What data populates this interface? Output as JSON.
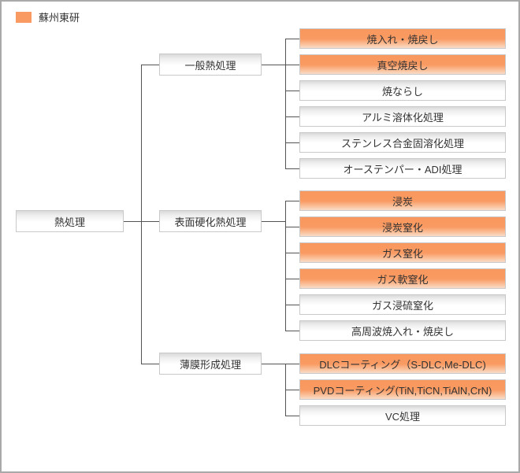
{
  "legend": {
    "label": "蘇州東研",
    "swatch_color": "#f99a62"
  },
  "colors": {
    "highlight_orange": "#f99a62",
    "highlight_fade": "#f7ddcb",
    "plain_gray_top": "#d9d9d9",
    "box_border": "#c9c9c9",
    "connector_line": "#545454",
    "text": "#333333",
    "outer_border": "#a9a9a9"
  },
  "tree": {
    "root": {
      "label": "熱処理"
    },
    "branches": [
      {
        "label": "一般熱処理",
        "leaves": [
          {
            "label": "焼入れ・焼戻し",
            "highlighted": true
          },
          {
            "label": "真空焼戻し",
            "highlighted": true
          },
          {
            "label": "焼ならし",
            "highlighted": false
          },
          {
            "label": "アルミ溶体化処理",
            "highlighted": false
          },
          {
            "label": "ステンレス合金固溶化処理",
            "highlighted": false
          },
          {
            "label": "オーステンパー・ADI処理",
            "highlighted": false
          }
        ]
      },
      {
        "label": "表面硬化熱処理",
        "leaves": [
          {
            "label": "浸炭",
            "highlighted": true
          },
          {
            "label": "浸炭窒化",
            "highlighted": true
          },
          {
            "label": "ガス窒化",
            "highlighted": true
          },
          {
            "label": "ガス軟窒化",
            "highlighted": true
          },
          {
            "label": "ガス浸硫窒化",
            "highlighted": false
          },
          {
            "label": "高周波焼入れ・焼戻し",
            "highlighted": false
          }
        ]
      },
      {
        "label": "薄膜形成処理",
        "leaves": [
          {
            "label": "DLCコーティング（S-DLC,Me-DLC)",
            "highlighted": true
          },
          {
            "label": "PVDコーティング(TiN,TiCN,TiAlN,CrN)",
            "highlighted": true
          },
          {
            "label": "VC処理",
            "highlighted": false
          }
        ]
      }
    ]
  }
}
